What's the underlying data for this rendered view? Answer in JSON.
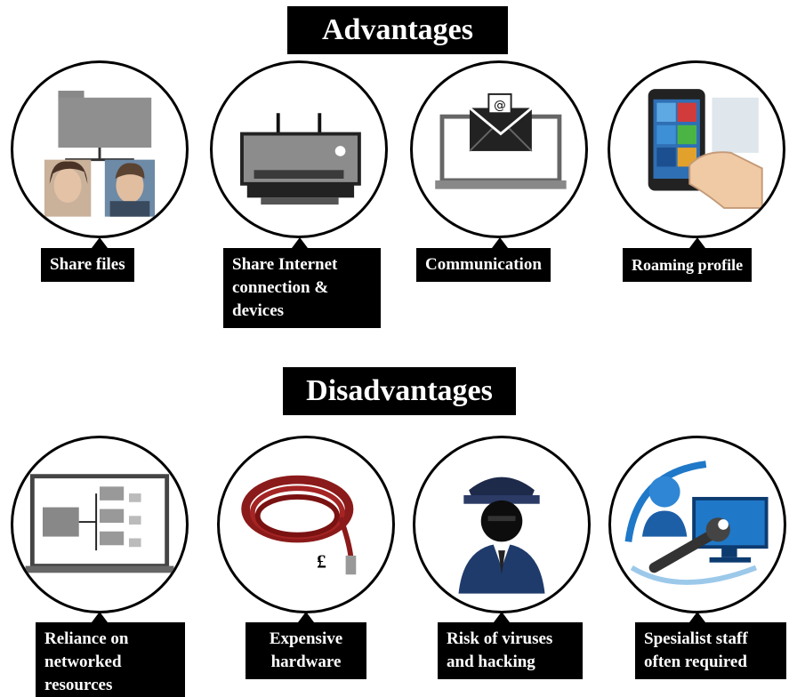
{
  "advantages": {
    "title": "Advantages",
    "items": [
      {
        "label": "Share files",
        "icon": "shared-folder-icon"
      },
      {
        "label": "Share Internet\nconnection &\ndevices",
        "icon": "printer-icon"
      },
      {
        "label": "Communication",
        "icon": "email-laptop-icon"
      },
      {
        "label": "Roaming profile",
        "icon": "smartphone-hand-icon"
      }
    ]
  },
  "disadvantages": {
    "title": "Disadvantages",
    "items": [
      {
        "label": "Reliance on\nnetworked\nresources",
        "icon": "network-folders-monitor-icon"
      },
      {
        "label": "Expensive\nhardware",
        "icon": "cable-coil-icon",
        "symbol": "£"
      },
      {
        "label": "Risk of viruses\nand hacking",
        "icon": "hacker-icon"
      },
      {
        "label": "Spesialist staff\noften required",
        "icon": "it-support-icon"
      }
    ]
  },
  "colors": {
    "background": "#ffffff",
    "ink": "#000000",
    "accent_red": "#8b1a1a",
    "accent_blue": "#1f78c8"
  }
}
